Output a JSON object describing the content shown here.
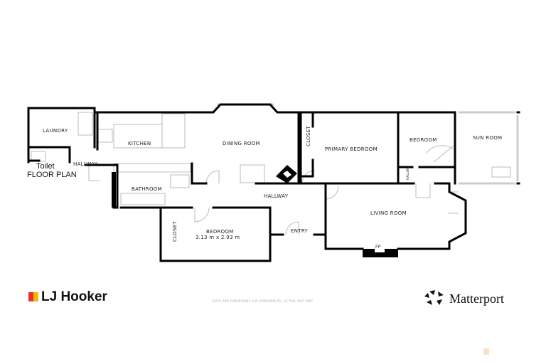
{
  "plan": {
    "title": "FLOOR PLAN",
    "rooms": {
      "laundry": "LAUNDRY",
      "toilet": "Toilet",
      "hallway_small": "HALLWAY",
      "kitchen": "KITCHEN",
      "dining": "DINING ROOM",
      "bathroom": "BATHROOM",
      "hallway": "HALLWAY",
      "bedroom": "BEDROOM",
      "bedroom_size": "3.13 m x 2.93 m",
      "closet1": "CLOSET",
      "closet2": "CLOSET",
      "entry": "ENTRY",
      "primary": "PRIMARY BEDROOM",
      "bedroom2": "BEDROOM",
      "sunroom": "SUN ROOM",
      "living": "LIVING ROOM",
      "fp": "FP",
      "hallway_tiny": "HALLWAY"
    }
  },
  "footer": {
    "agency": "LJ Hooker",
    "disclaimer": "SIZES AND DIMENSIONS ARE APPROXIMATE, ACTUAL MAY VARY.",
    "provider": "Matterport",
    "agency_colors": [
      "#e8312f",
      "#f6b500"
    ]
  }
}
